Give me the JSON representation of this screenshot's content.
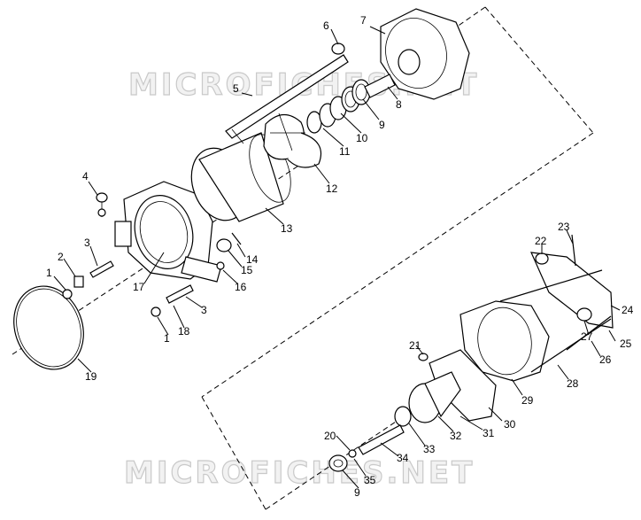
{
  "watermarks": [
    "MICROFICHES.NET",
    "MICROFICHES.NET"
  ],
  "callouts": [
    {
      "num": "1",
      "id": "c1a"
    },
    {
      "num": "2",
      "id": "c2"
    },
    {
      "num": "3",
      "id": "c3a"
    },
    {
      "num": "4",
      "id": "c4"
    },
    {
      "num": "5",
      "id": "c5"
    },
    {
      "num": "6",
      "id": "c6"
    },
    {
      "num": "7",
      "id": "c7"
    },
    {
      "num": "8",
      "id": "c8"
    },
    {
      "num": "9",
      "id": "c9a"
    },
    {
      "num": "10",
      "id": "c10"
    },
    {
      "num": "11",
      "id": "c11"
    },
    {
      "num": "12",
      "id": "c12"
    },
    {
      "num": "13",
      "id": "c13"
    },
    {
      "num": "14",
      "id": "c14"
    },
    {
      "num": "15",
      "id": "c15"
    },
    {
      "num": "16",
      "id": "c16"
    },
    {
      "num": "17",
      "id": "c17"
    },
    {
      "num": "3",
      "id": "c3b"
    },
    {
      "num": "18",
      "id": "c18"
    },
    {
      "num": "1",
      "id": "c1b"
    },
    {
      "num": "19",
      "id": "c19"
    },
    {
      "num": "22",
      "id": "c22"
    },
    {
      "num": "23",
      "id": "c23"
    },
    {
      "num": "24",
      "id": "c24"
    },
    {
      "num": "27",
      "id": "c27"
    },
    {
      "num": "25",
      "id": "c25"
    },
    {
      "num": "26",
      "id": "c26"
    },
    {
      "num": "21",
      "id": "c21"
    },
    {
      "num": "28",
      "id": "c28"
    },
    {
      "num": "29",
      "id": "c29"
    },
    {
      "num": "30",
      "id": "c30"
    },
    {
      "num": "31",
      "id": "c31"
    },
    {
      "num": "32",
      "id": "c32"
    },
    {
      "num": "33",
      "id": "c33"
    },
    {
      "num": "20",
      "id": "c20"
    },
    {
      "num": "34",
      "id": "c34"
    },
    {
      "num": "35",
      "id": "c35"
    },
    {
      "num": "9",
      "id": "c9b"
    }
  ],
  "colors": {
    "ink": "#000000",
    "paper": "#ffffff",
    "watermark": "#c9c9c9"
  }
}
